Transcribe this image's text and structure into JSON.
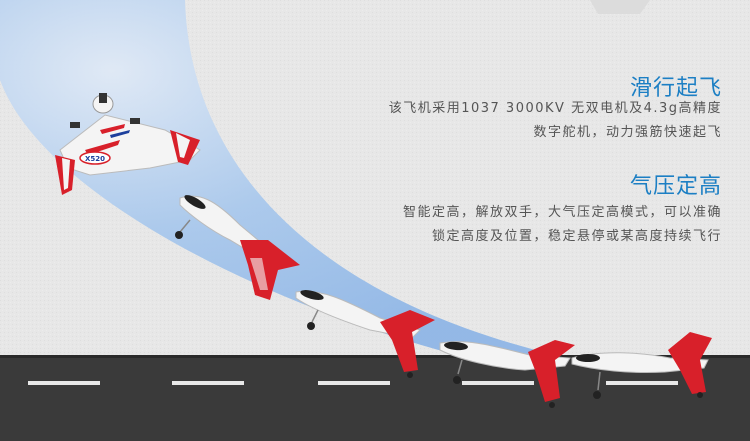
{
  "sections": [
    {
      "title": "滑行起飞",
      "lines": [
        "该飞机采用1037 3000KV 无双电机及4.3g高精度",
        "数字舵机，动力强筋快速起飞"
      ]
    },
    {
      "title": "气压定高",
      "lines": [
        "智能定高，解放双手，大气压定高模式，可以准确",
        "锁定高度及位置，稳定悬停或某高度持续飞行"
      ]
    }
  ],
  "colors": {
    "background": "#e7e7e7",
    "sky_band": "#a8c8ec",
    "heading": "#1c7fc4",
    "body": "#555555",
    "road": "#3a3a3a",
    "plane_red": "#d8202a",
    "plane_white": "#f4f4f4"
  },
  "plane_label": "X520"
}
